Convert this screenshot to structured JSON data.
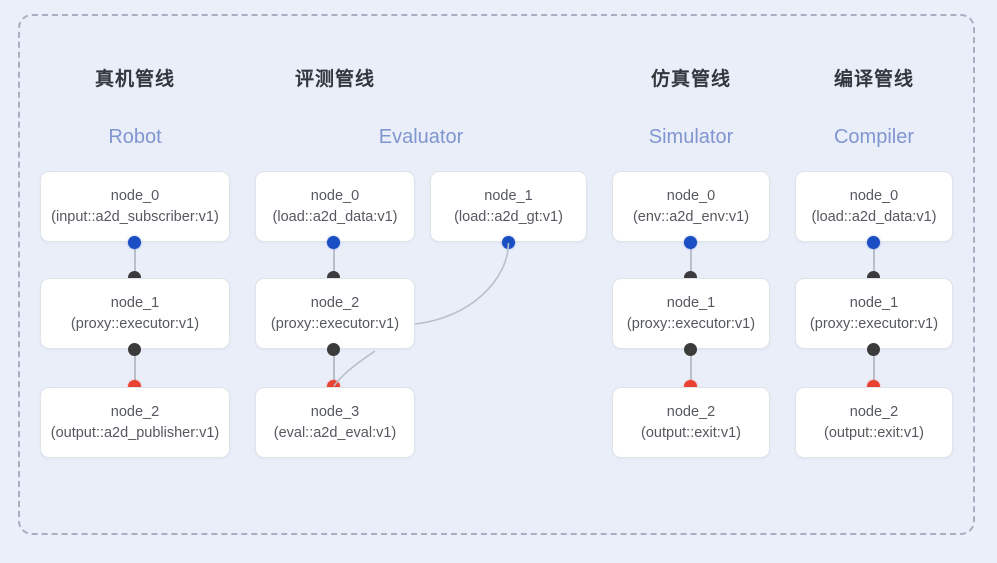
{
  "diagram": {
    "frame_style": "dashed",
    "background_color": "#eaeffa",
    "panel_color": "#e9eef9",
    "colors": {
      "blue_port": "#1a4fc4",
      "black_port": "#3b3b3c",
      "red_port": "#ea4230",
      "edge": "#b9bfcb",
      "title": "#34373d",
      "subtitle": "#8096cf",
      "node_text": "#55585f",
      "node_border": "#dfe3ea",
      "frame_border": "#a6b0c2"
    }
  },
  "columns": [
    {
      "title": "真机管线",
      "subtitle": "Robot",
      "nodes": [
        {
          "name": "node_0",
          "spec": "(input::a2d_subscriber:v1)"
        },
        {
          "name": "node_1",
          "spec": "(proxy::executor:v1)"
        },
        {
          "name": "node_2",
          "spec": "(output::a2d_publisher:v1)"
        }
      ]
    },
    {
      "title": "评测管线",
      "subtitle": "Evaluator",
      "nodes": [
        {
          "name": "node_0",
          "spec": "(load::a2d_data:v1)"
        },
        {
          "name": "node_1",
          "spec": "(load::a2d_gt:v1)"
        },
        {
          "name": "node_2",
          "spec": "(proxy::executor:v1)"
        },
        {
          "name": "node_3",
          "spec": "(eval::a2d_eval:v1)"
        }
      ]
    },
    {
      "title": "仿真管线",
      "subtitle": "Simulator",
      "nodes": [
        {
          "name": "node_0",
          "spec": "(env::a2d_env:v1)"
        },
        {
          "name": "node_1",
          "spec": "(proxy::executor:v1)"
        },
        {
          "name": "node_2",
          "spec": "(output::exit:v1)"
        }
      ]
    },
    {
      "title": "编译管线",
      "subtitle": "Compiler",
      "nodes": [
        {
          "name": "node_0",
          "spec": "(load::a2d_data:v1)"
        },
        {
          "name": "node_1",
          "spec": "(proxy::executor:v1)"
        },
        {
          "name": "node_2",
          "spec": "(output::exit:v1)"
        }
      ]
    }
  ]
}
